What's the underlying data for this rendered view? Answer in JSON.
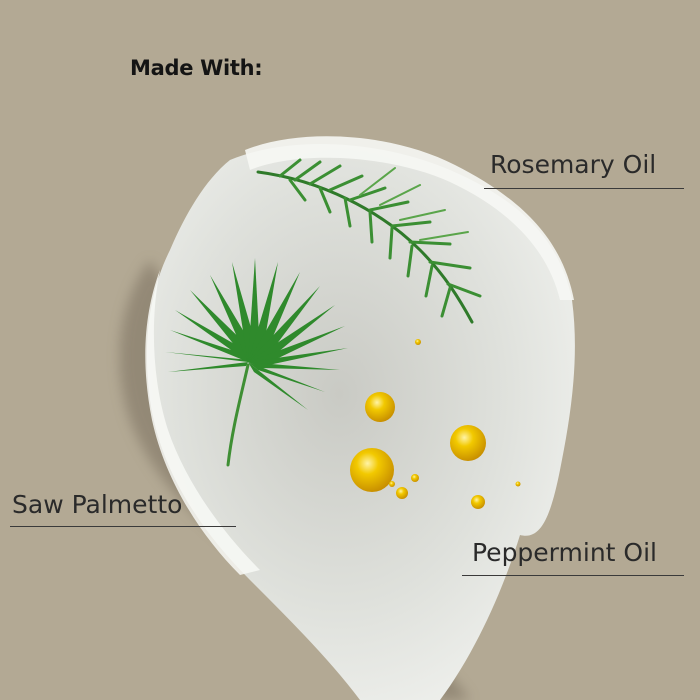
{
  "heading": "Made With:",
  "ingredients": {
    "rosemary": "Rosemary Oil",
    "saw_palmetto": "Saw Palmetto",
    "peppermint": "Peppermint Oil"
  },
  "colors": {
    "background": "#b3a994",
    "balm": "#eef0ec",
    "leaf_green": "#2f8a2c",
    "oil_gold": "#e0b000"
  }
}
